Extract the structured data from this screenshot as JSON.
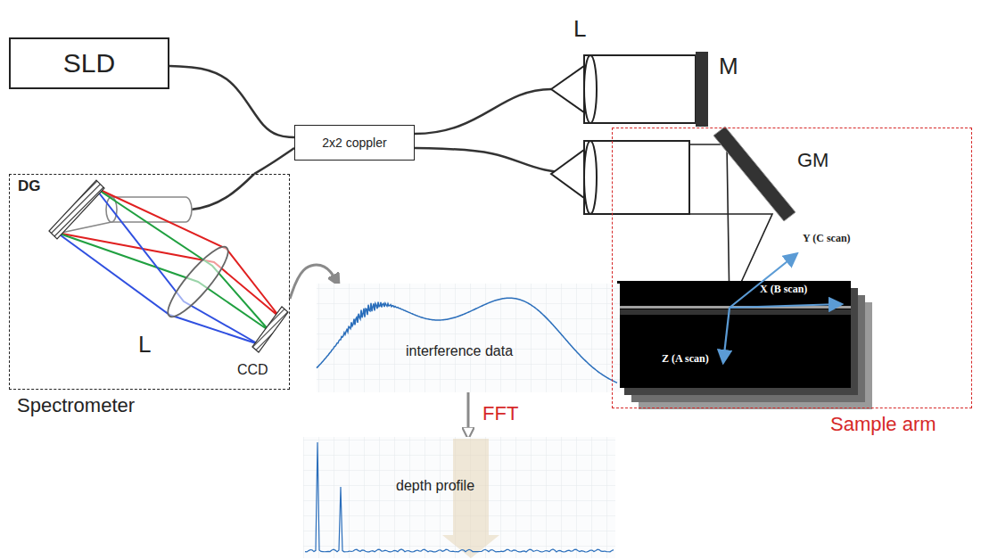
{
  "diagram": {
    "nodes": [
      {
        "text": [
          "SLD"
        ]
      },
      {
        "text": [
          "2x2 coppler"
        ]
      },
      {
        "text": [
          "Spectrometer"
        ]
      },
      {
        "text": [
          "Sample arm"
        ]
      },
      {
        "text": [
          "interference data"
        ]
      },
      {
        "text": [
          "depth profile"
        ]
      }
    ],
    "edges": [
      {
        "from": 0,
        "to": 1,
        "arrow": "none"
      },
      {
        "from": 1,
        "to": 2,
        "arrow": "none"
      },
      {
        "from": 1,
        "to": 3,
        "arrow": "none"
      },
      {
        "from": 2,
        "to": 4,
        "arrow": "to"
      },
      {
        "from": 4,
        "to": 5,
        "label": "FFT",
        "arrow": "to"
      }
    ],
    "labels": [
      "L",
      "M",
      "GM",
      "DG",
      "L",
      "CCD",
      "Y (C scan)",
      "X (B scan)",
      "Z (A scan)"
    ]
  }
}
